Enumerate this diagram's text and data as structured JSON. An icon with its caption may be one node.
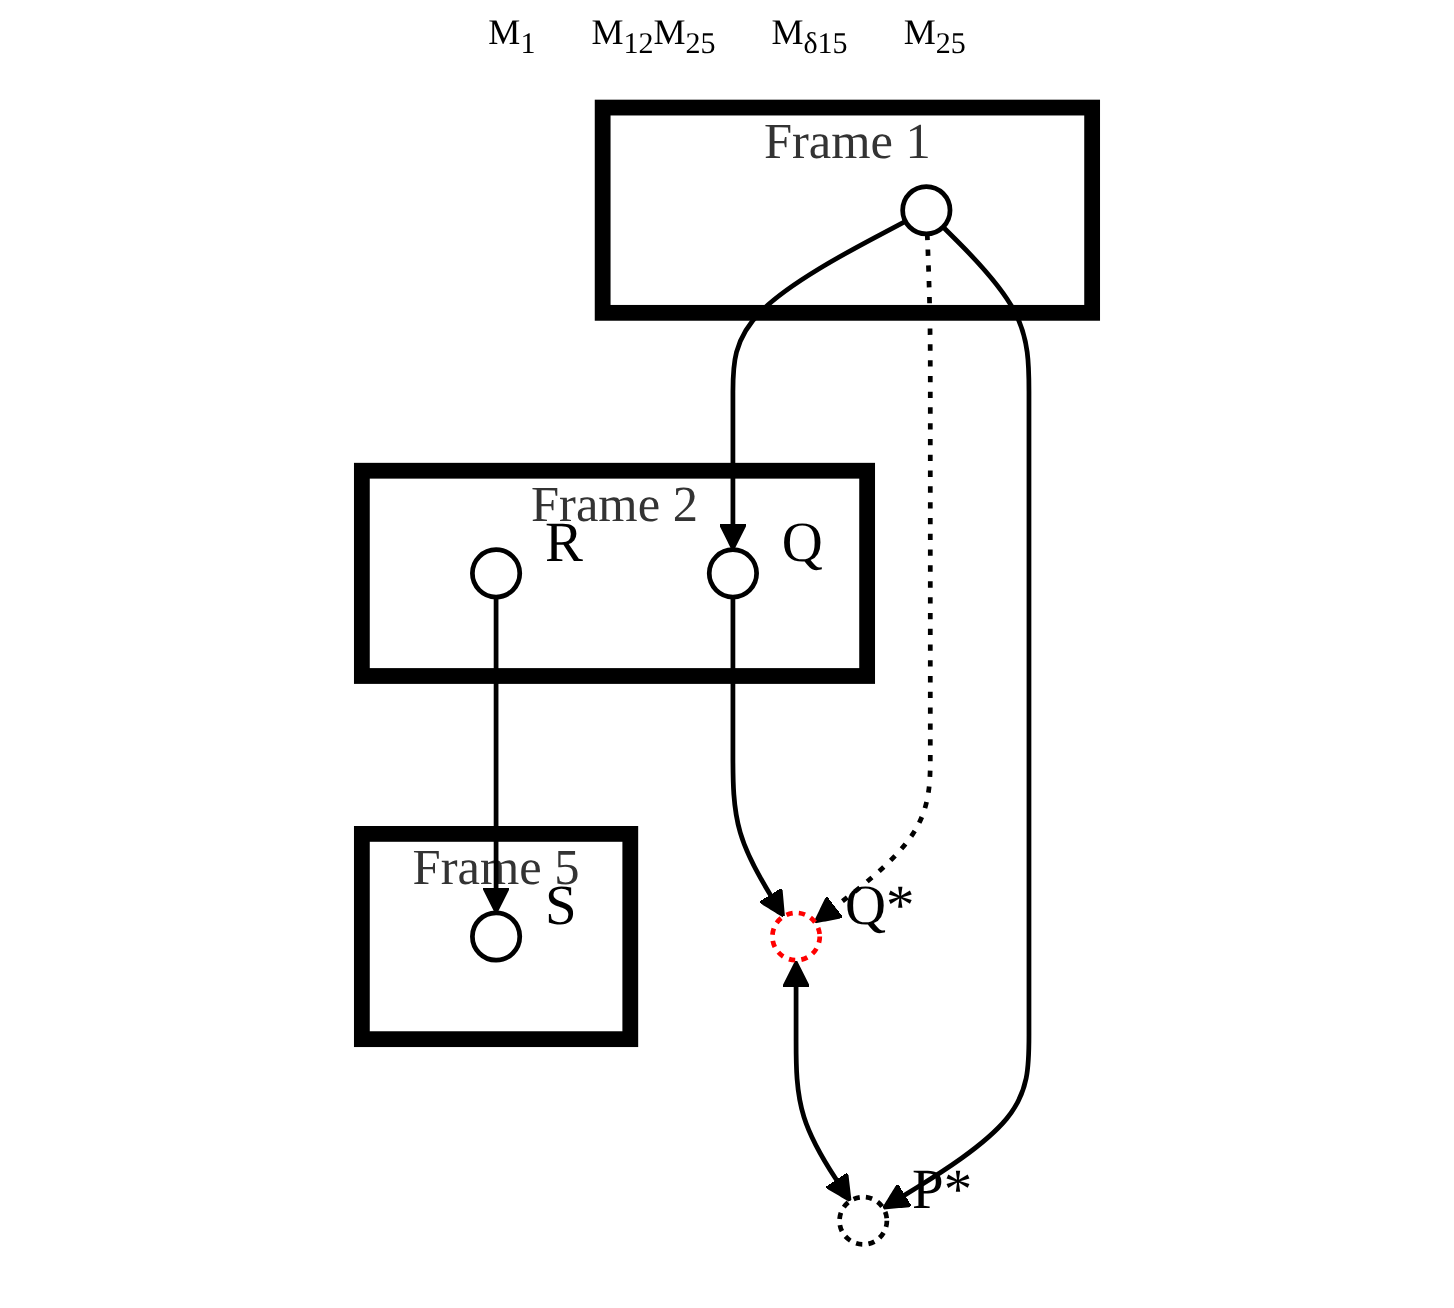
{
  "diagram": {
    "nodes": [
      {
        "text": [
          "Frame 1"
        ]
      },
      {
        "text": [],
        "shape": "circle",
        "in": 0
      },
      {
        "text": [
          "Frame 2"
        ]
      },
      {
        "text": [],
        "shape": "circle",
        "in": 2,
        "beside": [
          "Q"
        ]
      },
      {
        "text": [],
        "shape": "circle",
        "in": 2,
        "beside": [
          "R"
        ]
      },
      {
        "text": [],
        "shape": "circle",
        "beside": [
          "P*"
        ]
      },
      {
        "text": [],
        "shape": "circle",
        "beside": [
          "Q*"
        ]
      },
      {
        "text": [
          "Frame 5"
        ]
      },
      {
        "text": [],
        "shape": "circle",
        "in": 7,
        "beside": [
          "S"
        ]
      }
    ],
    "edges": [
      {
        "from": 1,
        "to": 3,
        "arrow": "to"
      },
      {
        "from": 1,
        "to": 5,
        "arrow": "to"
      },
      {
        "from": 1,
        "to": 6,
        "arrow": "to",
        "style": "dashed"
      },
      {
        "from": 3,
        "to": 6,
        "arrow": "to"
      },
      {
        "from": 4,
        "to": 8,
        "arrow": "to"
      },
      {
        "from": 6,
        "to": 5,
        "arrow": "both"
      }
    ],
    "labels": [
      "M$_{1}$",
      "M$_{12}$M$_{25}$",
      "M$_{δ15}$",
      "M$_{25}$"
    ]
  }
}
